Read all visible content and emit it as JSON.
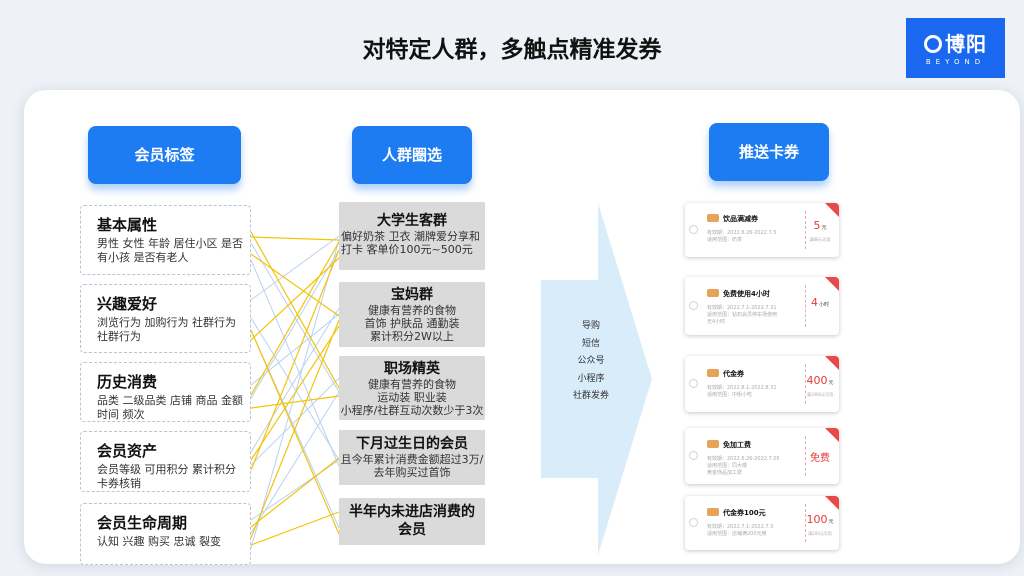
{
  "title": "对特定人群，多触点精准发券",
  "logo": {
    "text": "博阳",
    "sub": "BEYOND"
  },
  "colors": {
    "accent": "#1e7cf2",
    "gold_line": "#f2c40c",
    "blue_line": "#b8d2f0",
    "coupon_red": "#e23c3c",
    "arrow": "#d9ecfa"
  },
  "headers": {
    "member_tags": "会员标签",
    "crowd_select": "人群圈选",
    "push_coupon": "推送卡券"
  },
  "tags": [
    {
      "title": "基本属性",
      "desc": "男性 女性 年龄 居住小区 是否有小孩 是否有老人"
    },
    {
      "title": "兴趣爱好",
      "desc": "浏览行为  加购行为 社群行为 社群行为"
    },
    {
      "title": "历史消费",
      "desc": "品类 二级品类 店铺 商品 金额 时间 频次"
    },
    {
      "title": "会员资产",
      "desc": "会员等级 可用积分 累计积分 卡券核销"
    },
    {
      "title": "会员生命周期",
      "desc": "认知 兴趣 购买 忠诚 裂变"
    }
  ],
  "groups": [
    {
      "title": "大学生客群",
      "lines": [
        "偏好奶茶 卫衣 潮牌爱分享和",
        "打卡 客单价100元~500元"
      ]
    },
    {
      "title": "宝妈群",
      "lines": [
        "健康有营养的食物",
        "首饰 护肤品 通勤装",
        "累计积分2W以上"
      ]
    },
    {
      "title": "职场精英",
      "lines": [
        "健康有营养的食物",
        "运动装 职业装",
        "小程序/社群互动次数少于3次"
      ]
    },
    {
      "title": "下月过生日的会员",
      "lines": [
        "且今年累计消费金额超过3万/",
        "去年购买过首饰"
      ]
    },
    {
      "title": "半年内未进店消费的",
      "lines": [
        "会员"
      ]
    }
  ],
  "channels": [
    "导购",
    "短信",
    "公众号",
    "小程序",
    "社群发券"
  ],
  "coupons": [
    {
      "name": "饮品满减券",
      "line1": "有效期：2022.6.26-2022.7.5",
      "line2": "适用范围：奶茶",
      "amount": "5",
      "unit": "元",
      "note": "满88元可用"
    },
    {
      "name": "免费使用4小时",
      "line1": "有效期：2022.7.1-2022.7.31",
      "line2": "适用范围：钻石会员停车场使用",
      "line3": "无4小时",
      "amount": "4",
      "unit": "小时",
      "note": ""
    },
    {
      "name": "代金券",
      "line1": "有效期：2022.8.1-2022.8.31",
      "line2": "适用范围：中街小吃",
      "amount": "400",
      "unit": "元",
      "note": "满1000元可用"
    },
    {
      "name": "免加工费",
      "line1": "有效期：2022.6.26-2022.7.05",
      "line2": "适用范围：同大楼",
      "line3": "黄金饰品加工费",
      "amount": "免费",
      "unit": "",
      "note": ""
    },
    {
      "name": "代金券100元",
      "line1": "有效期：2022.7.1-2022.7.3",
      "line2": "适用范围：店铺满200元用",
      "amount": "100",
      "unit": "元",
      "note": "满200元可用"
    }
  ]
}
